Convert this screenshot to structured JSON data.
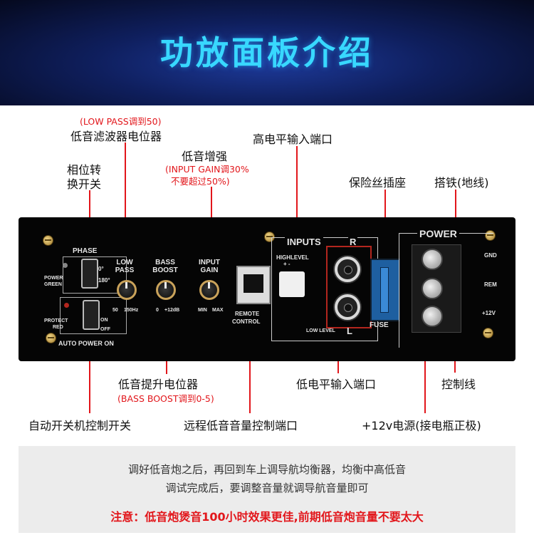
{
  "header": {
    "title": "功放面板介绍"
  },
  "callouts": {
    "lowpass_red": "(LOW PASS调到50)",
    "lowpass": "低音滤波器电位器",
    "phase_line1": "相位转",
    "phase_line2": "换开关",
    "gain": "低音增强",
    "gain_red1": "(INPUT GAIN调30%",
    "gain_red2": "不要超过50%)",
    "highlevel": "高电平输入端口",
    "fuse": "保险丝插座",
    "ground": "搭铁(地线)",
    "bassboost": "低音提升电位器",
    "bassboost_red": "(BASS BOOST调到0-5)",
    "lowlevel": "低电平输入端口",
    "control": "控制线",
    "autopower": "自动开关机控制开关",
    "remote": "远程低音音量控制端口",
    "power12v": "+12v电源(接电瓶正极)"
  },
  "panel": {
    "phase": "PHASE",
    "phase_0": "0°",
    "phase_180": "180°",
    "power_green1": "POWER",
    "power_green2": "GREEN",
    "protect1": "PROTECT",
    "protect2": "RED",
    "on": "ON",
    "off": "OFF",
    "auto_power": "AUTO POWER  ON",
    "low_pass1": "LOW",
    "low_pass2": "PASS",
    "lp_min": "50",
    "lp_max": "150Hz",
    "bass_boost1": "BASS",
    "bass_boost2": "BOOST",
    "bb_min": "0",
    "bb_max": "+12dB",
    "input_gain1": "INPUT",
    "input_gain2": "GAIN",
    "ig_min": "MIN",
    "ig_max": "MAX",
    "remote1": "REMOTE",
    "remote2": "CONTROL",
    "inputs": "INPUTS",
    "r": "R",
    "l": "L",
    "highlevel": "HIGHLEVEL",
    "plusminus": "+    -",
    "low_level": "LOW   LEVEL",
    "fuse": "FUSE",
    "power": "POWER",
    "gnd": "GND",
    "rem": "REM",
    "v12": "+12V"
  },
  "bottom": {
    "line1": "调好低音炮之后，再回到车上调导航均衡器，均衡中高低音",
    "line2": "调试完成后，要调整音量就调导航音量即可",
    "note": "注意：低音炮煲音100小时效果更佳,前期低音炮音量不要太大"
  }
}
